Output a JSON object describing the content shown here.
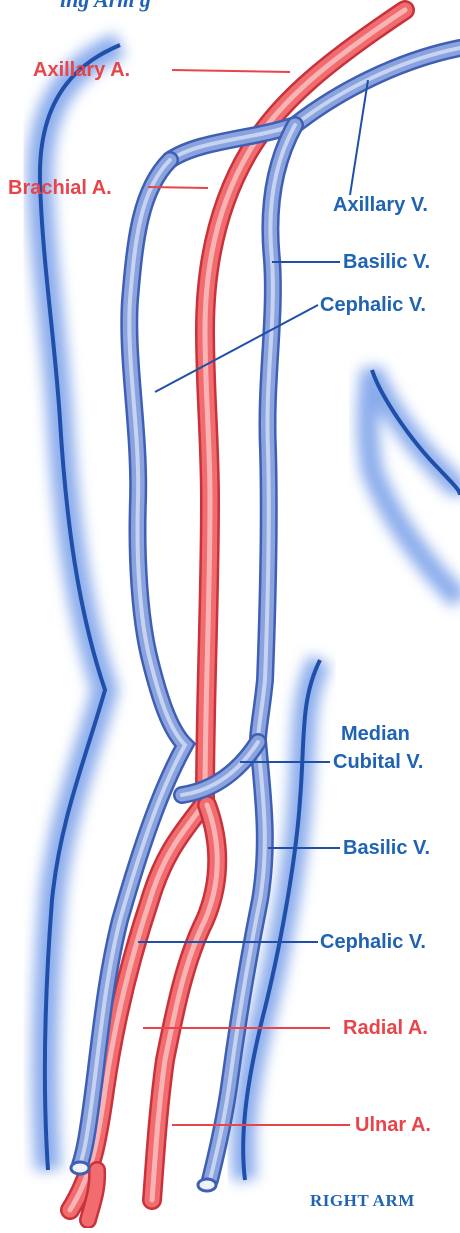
{
  "header_fragment": "ing  Arm  g",
  "labels": {
    "axillary_a": "Axillary A.",
    "brachial_a": "Brachial A.",
    "axillary_v": "Axillary V.",
    "basilic_v_upper": "Basilic V.",
    "cephalic_v_upper": "Cephalic V.",
    "median_cubital_v_line1": "Median",
    "median_cubital_v_line2": "Cubital V.",
    "basilic_v_lower": "Basilic V.",
    "cephalic_v_lower": "Cephalic V.",
    "radial_a": "Radial A.",
    "ulnar_a": "Ulnar A."
  },
  "caption": "RIGHT ARM",
  "colors": {
    "artery": "#e8454a",
    "artery_light": "#f7b3b3",
    "vein": "#5d7ac4",
    "vein_light": "#b6c8ee",
    "label_artery": "#e8454a",
    "label_vein": "#1f63b3",
    "outline": "#1f4fa8"
  }
}
